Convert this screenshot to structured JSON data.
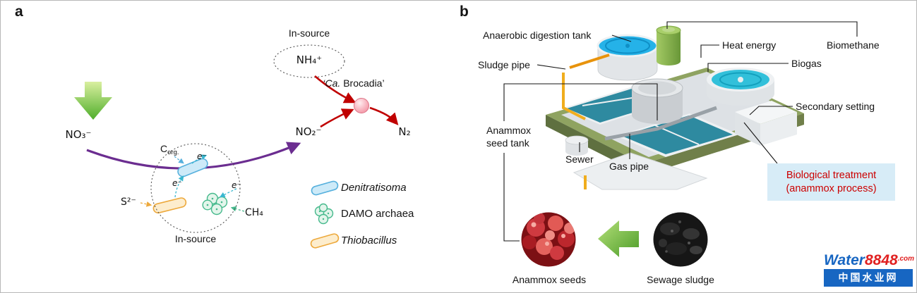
{
  "panel_a": {
    "label": "a",
    "in_source_top": "In-source",
    "nh4": "NH₄⁺",
    "brocadia_italic": "‘Ca.",
    "brocadia_rest": " Brocadia’",
    "no3": "NO₃⁻",
    "no2": "NO₂⁻",
    "n2": "N₂",
    "c_org_main": "C",
    "c_org_sub": "org.",
    "s2": "S²⁻",
    "ch4": "CH₄",
    "electron": "e⁻",
    "in_source_bottom": "In-source",
    "legend": {
      "items": [
        {
          "name": "Denitratisoma",
          "icon": "blue-rod-capsule"
        },
        {
          "name": "DAMO archaea",
          "icon": "green-cocci-cluster"
        },
        {
          "name": "Thiobacillus",
          "icon": "orange-rod-capsule"
        }
      ]
    }
  },
  "panel_b": {
    "label": "b",
    "callouts": {
      "anaerobic_digestion_tank": "Anaerobic digestion tank",
      "sludge_pipe": "Sludge pipe",
      "heat_energy": "Heat energy",
      "biogas": "Biogas",
      "biomethane": "Biomethane",
      "secondary_setting": "Secondary setting",
      "anammox_seed_tank": "Anammox\nseed tank",
      "sewer": "Sewer",
      "gas_pipe": "Gas pipe",
      "biological_treatment": "Biological treatment\n(anammox process)",
      "anammox_seeds": "Anammox seeds",
      "sewage_sludge": "Sewage sludge"
    },
    "watermark": {
      "brand_blue": "Water",
      "brand_red": "8848",
      "brand_tld": ".com",
      "subtitle": "中国水业网"
    }
  },
  "icons": {
    "ca_brocadia": "pink-sphere",
    "seeding_arrow": "green-left-arrow",
    "reduction_arrow": "green-down-arrow"
  },
  "colors": {
    "anammox_arrow_red": "#c00000",
    "nitrate_arrow_purple": "#6b2d90",
    "reduction_arrow_green": "#4fae2b",
    "treatment_box_bg": "#d7ecf7",
    "treatment_box_text": "#cc0000",
    "denitratisoma_blue": "#56b0dd",
    "thiobacillus_orange": "#eda93c",
    "damo_green": "#45b98c",
    "logo_blue": "#1766c2",
    "logo_red": "#e02020"
  }
}
